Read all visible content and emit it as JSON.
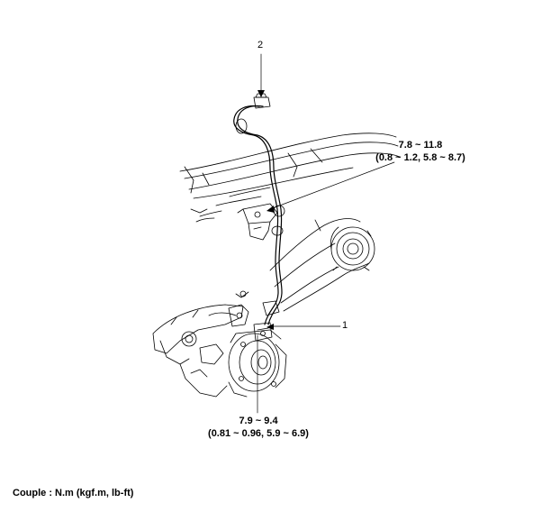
{
  "callouts": {
    "item_1": "1",
    "item_2": "2"
  },
  "torque_upper": {
    "line1": "7.8 ~ 11.8",
    "line2": "(0.8 ~ 1.2, 5.8 ~ 8.7)"
  },
  "torque_lower": {
    "line1": "7.9 ~ 9.4",
    "line2": "(0.81 ~ 0.96, 5.9 ~ 6.9)"
  },
  "footer": {
    "note": "Couple : N.m (kgf.m, lb-ft)"
  },
  "colors": {
    "line": "#000000",
    "background": "#ffffff"
  }
}
